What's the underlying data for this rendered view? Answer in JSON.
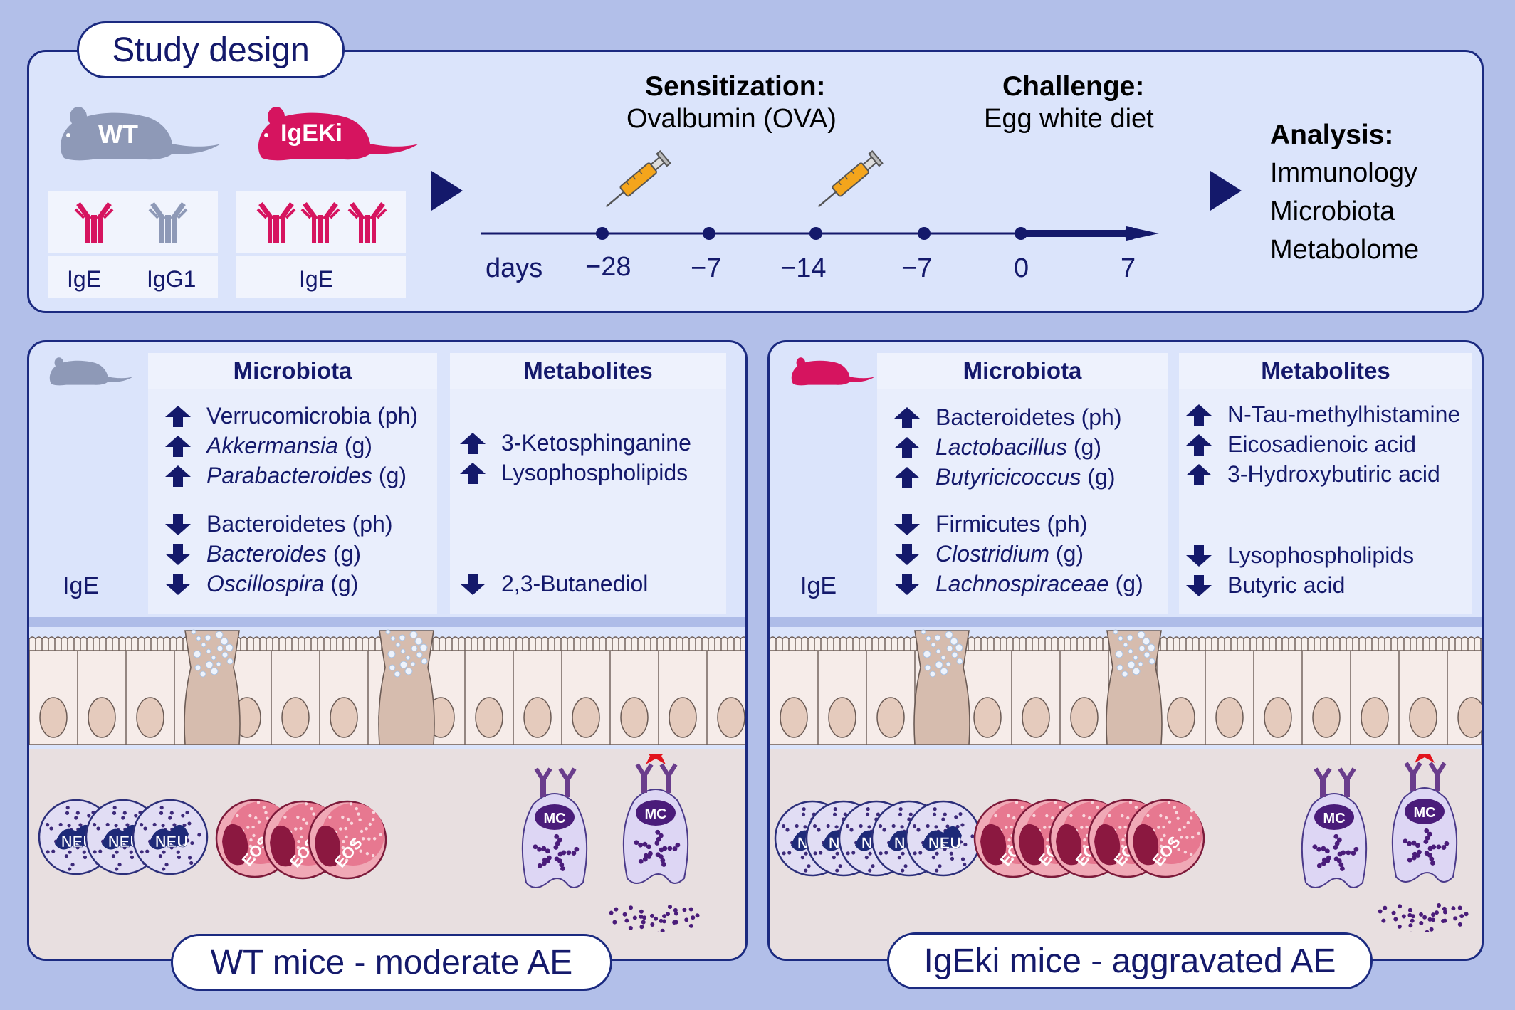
{
  "study": {
    "title": "Study design",
    "wt_label": "WT",
    "igeki_label": "IgEKi",
    "wt_antibodies": [
      "IgE",
      "IgG1"
    ],
    "igeki_antibody": "IgE",
    "sensitization_title": "Sensitization:",
    "sensitization_sub": "Ovalbumin (OVA)",
    "challenge_title": "Challenge:",
    "challenge_sub": "Egg white diet",
    "timeline_unit": "days",
    "timeline_ticks": [
      "−28",
      "−7",
      "−14",
      "−7",
      "0",
      "7"
    ],
    "analysis_title": "Analysis:",
    "analysis_items": [
      "Immunology",
      "Microbiota",
      "Metabolome"
    ]
  },
  "wt_panel": {
    "ige_label": "IgE",
    "microbiota_head": "Microbiota",
    "metabolites_head": "Metabolites",
    "microbiota_up": [
      {
        "name": "Verrucomicrobia",
        "rank": " (ph)",
        "italic": false
      },
      {
        "name": "Akkermansia",
        "rank": " (g)",
        "italic": true
      },
      {
        "name": "Parabacteroides",
        "rank": " (g)",
        "italic": true
      }
    ],
    "microbiota_down": [
      {
        "name": "Bacteroidetes",
        "rank": " (ph)",
        "italic": false
      },
      {
        "name": "Bacteroides",
        "rank": " (g)",
        "italic": true
      },
      {
        "name": "Oscillospira",
        "rank": " (g)",
        "italic": true
      }
    ],
    "metabolites_up": [
      "3-Ketosphinganine",
      "Lysophospholipids"
    ],
    "metabolites_down": [
      "2,3-Butanediol"
    ],
    "cells": {
      "neu": "NEU",
      "eos": "EOS",
      "mc": "MC"
    },
    "caption": "WT mice - moderate AE"
  },
  "igeki_panel": {
    "ige_label": "IgE",
    "microbiota_head": "Microbiota",
    "metabolites_head": "Metabolites",
    "microbiota_up": [
      {
        "name": "Bacteroidetes",
        "rank": " (ph)",
        "italic": false
      },
      {
        "name": "Lactobacillus",
        "rank": " (g)",
        "italic": true
      },
      {
        "name": "Butyricicoccus",
        "rank": " (g)",
        "italic": true
      }
    ],
    "microbiota_down": [
      {
        "name": "Firmicutes",
        "rank": " (ph)",
        "italic": false
      },
      {
        "name": "Clostridium",
        "rank": " (g)",
        "italic": true
      },
      {
        "name": "Lachnospiraceae",
        "rank": " (g)",
        "italic": true
      }
    ],
    "metabolites_up": [
      "N-Tau-methylhistamine",
      "Eicosadienoic acid",
      "3-Hydroxybutiric acid"
    ],
    "metabolites_down": [
      "Lysophospholipids",
      "Butyric acid"
    ],
    "cells": {
      "neu": "NEU",
      "eos": "EOS",
      "mc": "MC"
    },
    "caption": "IgEki mice - aggravated AE"
  },
  "colors": {
    "navy": "#14196b",
    "wt_gray": "#8e99b7",
    "igeki_magenta": "#d6145f",
    "panel_bg": "#dbe4fb",
    "page_bg": "#b2bfe9"
  }
}
